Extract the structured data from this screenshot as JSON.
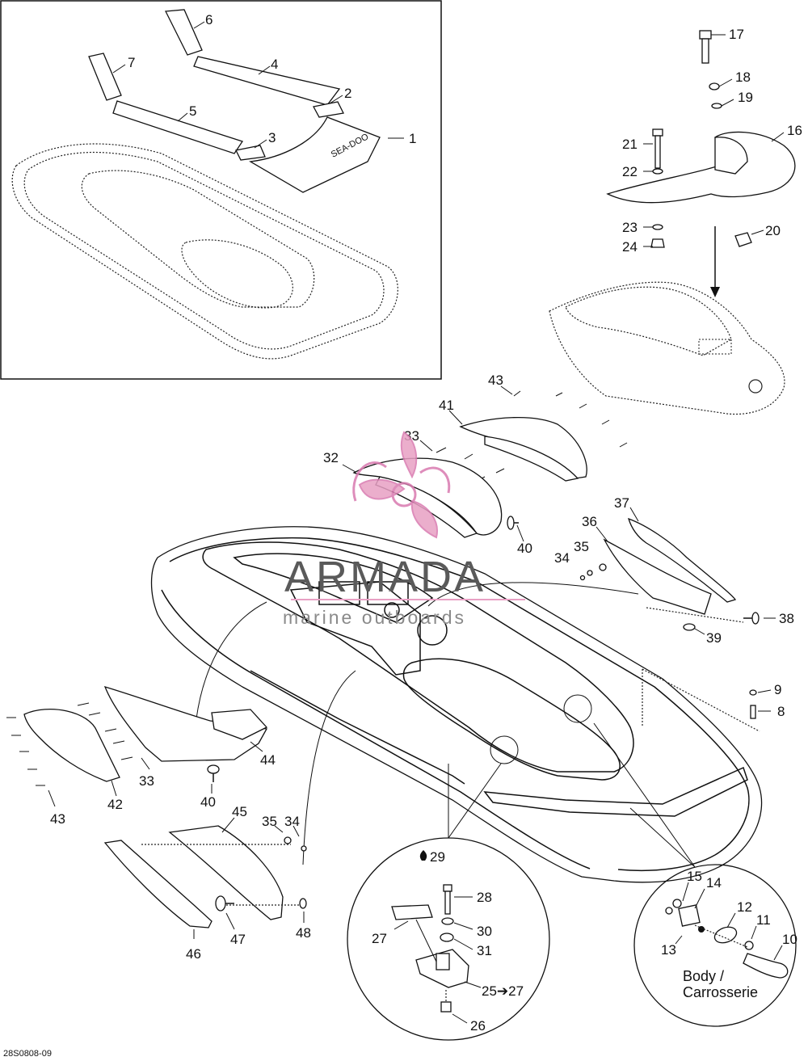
{
  "diagram": {
    "drawing_code": "28S0808-09",
    "watermark": {
      "brand": "ARMADA",
      "tagline": "marine outboards"
    },
    "decal_text": "SEA-DOO",
    "body_label_line1": "Body /",
    "body_label_line2": "Carrosserie",
    "callouts": {
      "c1": "1",
      "c2": "2",
      "c3": "3",
      "c4": "4",
      "c5": "5",
      "c6": "6",
      "c7": "7",
      "c8": "8",
      "c9": "9",
      "c10": "10",
      "c11": "11",
      "c12": "12",
      "c13": "13",
      "c14": "14",
      "c15": "15",
      "c16": "16",
      "c17": "17",
      "c18": "18",
      "c19": "19",
      "c20": "20",
      "c21": "21",
      "c22": "22",
      "c23": "23",
      "c24": "24",
      "c25": "25➔27",
      "c26": "26",
      "c27": "27",
      "c28": "28",
      "c29": "29",
      "c30": "30",
      "c31": "31",
      "c32": "32",
      "c33a": "33",
      "c33b": "33",
      "c34a": "34",
      "c34b": "34",
      "c35a": "35",
      "c35b": "35",
      "c36": "36",
      "c37": "37",
      "c38": "38",
      "c39": "39",
      "c40a": "40",
      "c40b": "40",
      "c41": "41",
      "c42": "42",
      "c43a": "43",
      "c43b": "43",
      "c44": "44",
      "c45": "45",
      "c46": "46",
      "c47": "47",
      "c48": "48"
    }
  }
}
